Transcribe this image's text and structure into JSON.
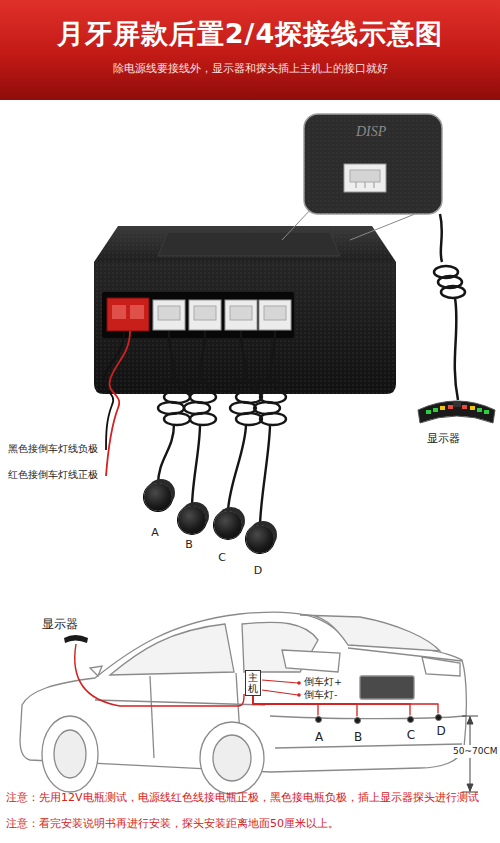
{
  "diagram": {
    "title": "月牙屏款后置2/4探接线示意图",
    "nodes": [
      {
        "text": [
          "A"
        ]
      },
      {
        "text": [
          "B"
        ]
      },
      {
        "text": [
          "C"
        ]
      },
      {
        "text": [
          "D"
        ]
      },
      {
        "text": [
          "主机"
        ]
      },
      {
        "text": [
          "A"
        ]
      },
      {
        "text": [
          "B"
        ]
      },
      {
        "text": [
          "C"
        ]
      },
      {
        "text": [
          "D"
        ]
      }
    ],
    "edges": [
      {
        "from": 4,
        "to": 5,
        "arrow": "none"
      },
      {
        "from": 4,
        "to": 6,
        "arrow": "none"
      },
      {
        "from": 4,
        "to": 7,
        "arrow": "none"
      },
      {
        "from": 4,
        "to": 8,
        "arrow": "none"
      }
    ],
    "labels": [
      "除电源线要接线外，显示器和探头插上主机上的接口就好",
      "DISP",
      "显示器",
      "黑色接倒车灯线负极",
      "红色接倒车灯线正极",
      "显示器",
      "倒车灯+",
      "倒车灯-",
      "50~70CM",
      "注意：先用12V电瓶测试，电源线红色线接电瓶正极，黑色接电瓶负极，插上显示器探头进行测试",
      "注意：看完安装说明书再进行安装，探头安装距离地面50厘米以上。"
    ]
  }
}
